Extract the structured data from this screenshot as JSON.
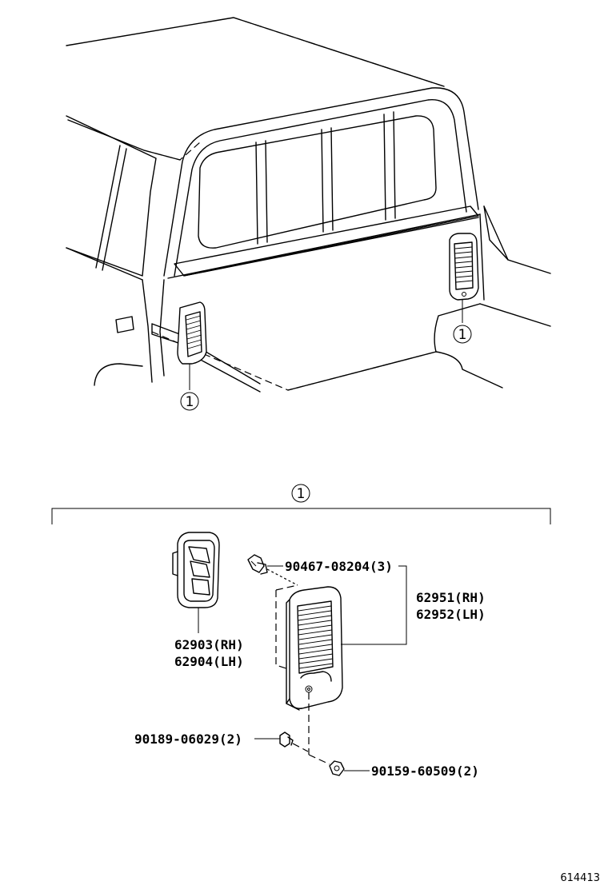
{
  "callouts": {
    "top_left": "1",
    "top_right": "1",
    "detail": "1"
  },
  "parts": {
    "cover_rh": "62903(RH)",
    "cover_lh": "62904(LH)",
    "grille_rh": "62951(RH)",
    "grille_lh": "62952(LH)",
    "clip": "90467-08204(3)",
    "screw": "90189-06029(2)",
    "bolt": "90159-60509(2)"
  },
  "figure_code": "614413"
}
